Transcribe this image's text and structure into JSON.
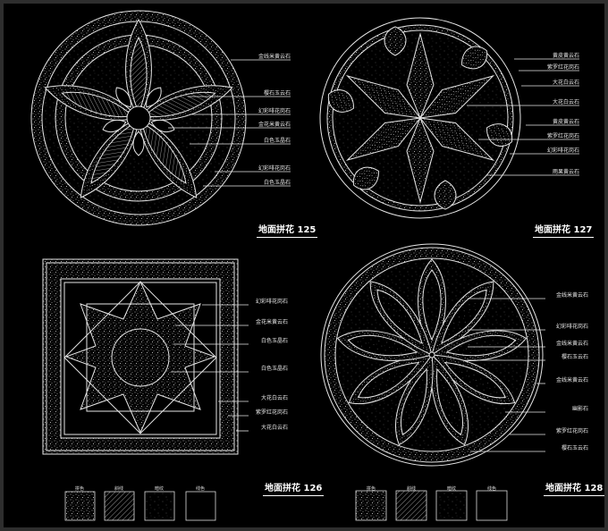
{
  "drawings": [
    {
      "id": "125",
      "title": "地面拼花 125",
      "labels": [
        "金线米黄云石",
        "樱石玉云石",
        "幻彩啡花岗石",
        "金花米黄云石",
        "白色玉晶石",
        "幻彩啡花岗石",
        "白色玉晶石"
      ]
    },
    {
      "id": "127",
      "title": "地面拼花 127",
      "labels": [
        "黄皮黄云石",
        "紫罗红花岗石",
        "大花白云石",
        "大花白云石",
        "黄皮黄云石",
        "紫罗红花岗石",
        "幻彩啡花岗石",
        "雨果黄云石"
      ]
    },
    {
      "id": "126",
      "title": "地面拼花 126",
      "labels": [
        "幻彩啡花岗石",
        "金花米黄云石",
        "白色玉晶石",
        "白色玉晶石",
        "大花白云石",
        "紫罗红花岗石",
        "大花白云石"
      ]
    },
    {
      "id": "128",
      "title": "地面拼花 128",
      "labels": [
        "金线米黄云石",
        "幻彩啡花岗石",
        "金线米黄云石",
        "樱石玉云石",
        "金线米黄云石",
        "幽影石",
        "紫罗红花岗石",
        "樱石玉云石"
      ]
    }
  ],
  "legend": {
    "items": [
      {
        "label": "拼色",
        "pattern": "speckle-dense"
      },
      {
        "label": "斜线",
        "pattern": "hatch"
      },
      {
        "label": "暗纹",
        "pattern": "speckle-sparse"
      },
      {
        "label": "线色",
        "pattern": "empty"
      }
    ]
  },
  "colors": {
    "background": "#000000",
    "frame": "#2e2e2e",
    "line": "#e6e6e6"
  }
}
